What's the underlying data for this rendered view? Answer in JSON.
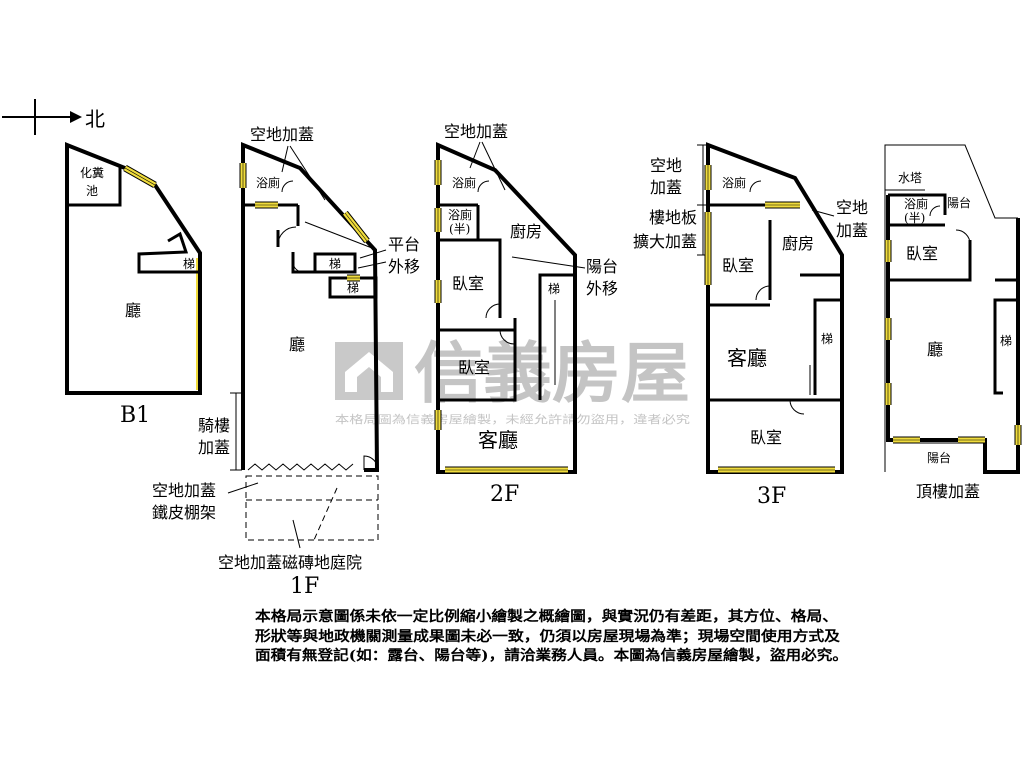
{
  "compass": {
    "north": "北"
  },
  "b1": {
    "label": "B1",
    "septic_line1": "化糞",
    "septic_line2": "池",
    "stair": "梯",
    "hall": "廳"
  },
  "f1": {
    "label": "1F",
    "extension_top": "空地加蓋",
    "bath": "浴廁",
    "platform_line1": "平台",
    "platform_line2": "外移",
    "stair_1": "梯",
    "stair_2": "梯",
    "hall": "廳",
    "arcade_line1": "騎樓",
    "arcade_line2": "加蓋",
    "shed_line1": "空地加蓋",
    "shed_line2": "鐵皮棚架",
    "courtyard": "空地加蓋磁磚地庭院"
  },
  "f2": {
    "label": "2F",
    "extension_top": "空地加蓋",
    "bath": "浴廁",
    "half_bath_line1": "浴廁",
    "half_bath_line2": "(半)",
    "kitchen": "廚房",
    "balcony_line1": "陽台",
    "balcony_line2": "外移",
    "bedroom_1": "臥室",
    "stair": "梯",
    "bedroom_2": "臥室",
    "living": "客廳"
  },
  "f3": {
    "label": "3F",
    "extension_left_line1": "空地",
    "extension_left_line2": "加蓋",
    "bath": "浴廁",
    "floor_ext_line1": "樓地板",
    "floor_ext_line2": "擴大加蓋",
    "extension_right_line1": "空地",
    "extension_right_line2": "加蓋",
    "kitchen": "廚房",
    "bedroom_1": "臥室",
    "living": "客廳",
    "stair": "梯",
    "bedroom_2": "臥室"
  },
  "roof": {
    "label": "頂樓加蓋",
    "water_tower": "水塔",
    "half_bath_line1": "浴廁",
    "half_bath_line2": "(半)",
    "balcony_top": "陽台",
    "bedroom": "臥室",
    "hall": "廳",
    "stair": "梯",
    "balcony_bottom": "陽台"
  },
  "watermark": {
    "brand": "信義房屋",
    "notice": "本格局圖為信義房屋繪製，未經允許請勿盜用，違者必究"
  },
  "disclaimer": [
    "本格局示意圖係未依一定比例縮小繪製之概繪圖，與實況仍有差距，其方位、格局、",
    "形狀等與地政機關測量成果圖未必一致，仍須以房屋現場為準；現場空間使用方式及",
    "面積有無登記(如：露台、陽台等)，請洽業務人員。本圖為信義房屋繪製，盜用必究。"
  ],
  "colors": {
    "wall": "#000000",
    "window": "#f0dc3c",
    "watermark": "#c4c4c4"
  }
}
